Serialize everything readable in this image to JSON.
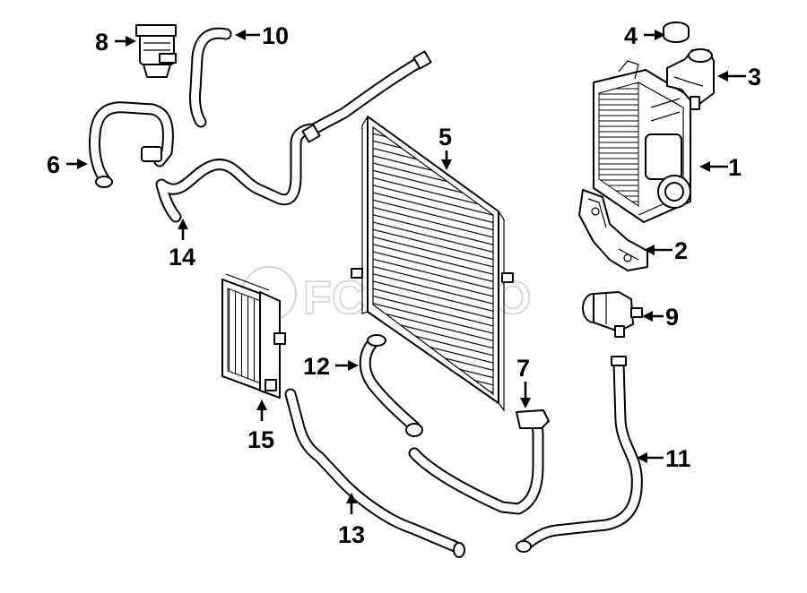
{
  "watermark": {
    "text": "FCPEURO",
    "color": "#d4d4d4"
  },
  "colors": {
    "line": "#000000",
    "background": "#ffffff"
  },
  "callouts": [
    {
      "id": "1",
      "label": "1"
    },
    {
      "id": "2",
      "label": "2"
    },
    {
      "id": "3",
      "label": "3"
    },
    {
      "id": "4",
      "label": "4"
    },
    {
      "id": "5",
      "label": "5"
    },
    {
      "id": "6",
      "label": "6"
    },
    {
      "id": "7",
      "label": "7"
    },
    {
      "id": "8",
      "label": "8"
    },
    {
      "id": "9",
      "label": "9"
    },
    {
      "id": "10",
      "label": "10"
    },
    {
      "id": "11",
      "label": "11"
    },
    {
      "id": "12",
      "label": "12"
    },
    {
      "id": "13",
      "label": "13"
    },
    {
      "id": "14",
      "label": "14"
    },
    {
      "id": "15",
      "label": "15"
    }
  ]
}
